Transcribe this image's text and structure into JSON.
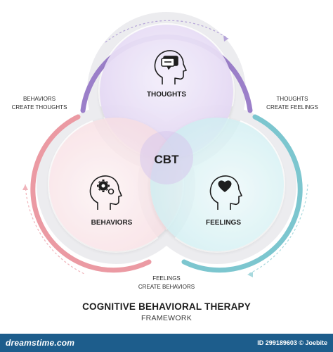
{
  "diagram": {
    "center_label": "CBT",
    "nodes": {
      "thoughts": {
        "label": "THOUGHTS",
        "icon": "chat-bubble-head-icon"
      },
      "behaviors": {
        "label": "BEHAVIORS",
        "icon": "gear-head-icon"
      },
      "feelings": {
        "label": "FEELINGS",
        "icon": "heart-head-icon"
      }
    },
    "relations": {
      "behaviors_thoughts": {
        "line1": "BEHAVIORS",
        "line2": "CREATE  THOUGHTS"
      },
      "thoughts_feelings": {
        "line1": "THOUGHTS",
        "line2": "CREATE FEELINGS"
      },
      "feelings_behaviors": {
        "line1": "FEELINGS",
        "line2": "CREATE BEHAVIORS"
      }
    },
    "colors": {
      "thoughts": "#9b7fc9",
      "behaviors": "#eb9aa3",
      "feelings": "#7cc6cf",
      "text": "#1e1e1e"
    }
  },
  "title": "COGNITIVE BEHAVIORAL THERAPY",
  "subtitle": "FRAMEWORK",
  "footer": {
    "logo": "dreamstime.com",
    "id_text": "ID 299189603 © Joebite"
  }
}
